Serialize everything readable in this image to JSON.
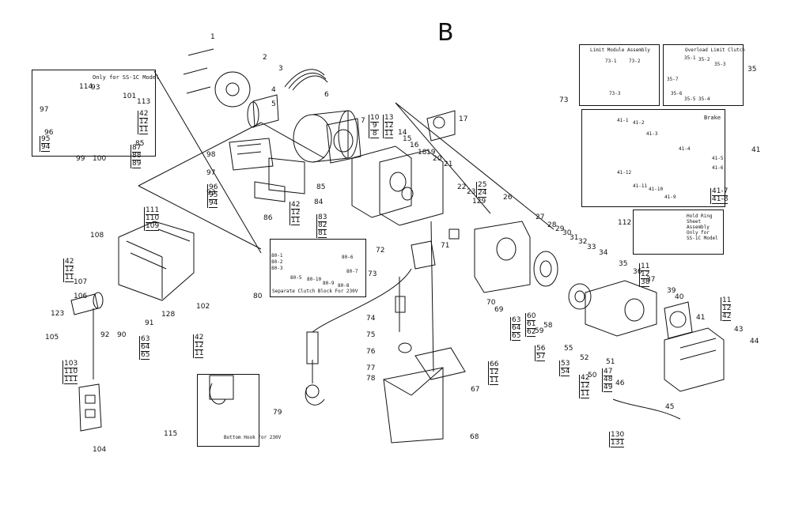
{
  "section_letter": "B",
  "insets": {
    "ss1c_title": "Only for SS-1C Model",
    "limit_title": "Limit Module Assembly",
    "overload_title": "Overload Limit Clutch",
    "brake_title": "Brake",
    "shaft_title": "Hold Ring Sheet Assembly Only for SS-1C Model",
    "separate_title": "Separate Clutch Block For 230V",
    "hook_title": "Bottom Hook For 230V"
  },
  "labels": {
    "p1": "1",
    "p2": "2",
    "p3": "3",
    "p4": "4",
    "p5": "5",
    "p6": "6",
    "p7": "7",
    "p14": "14",
    "p15": "15",
    "p16": "16",
    "p17": "17",
    "p18": "18",
    "p19": "19",
    "p20": "20",
    "p21": "21",
    "p22": "22",
    "p23": "23",
    "p26": "26",
    "p27": "27",
    "p28": "28",
    "p29": "29",
    "p30": "30",
    "p31": "31",
    "p32": "32",
    "p33": "33",
    "p34": "34",
    "p35a": "35",
    "p35b": "35",
    "p36": "36",
    "p37": "37",
    "p39": "39",
    "p40": "40",
    "p41a": "41",
    "p41b": "41",
    "p43": "43",
    "p44": "44",
    "p45": "45",
    "p46": "46",
    "p50": "50",
    "p51": "51",
    "p52": "52",
    "p55": "55",
    "p56": "56",
    "p58": "58",
    "p59": "59",
    "p67": "67",
    "p68": "68",
    "p69": "69",
    "p70": "70",
    "p71": "71",
    "p72": "72",
    "p73a": "73",
    "p73b": "73",
    "p74": "74",
    "p75": "75",
    "p76": "76",
    "p77": "77",
    "p78": "78",
    "p79": "79",
    "p80": "80",
    "p84": "84",
    "p85a": "85",
    "p85b": "85",
    "p86": "86",
    "p90": "90",
    "p91": "91",
    "p92": "92",
    "p93a": "93",
    "p97a": "97",
    "p97b": "97",
    "p98": "98",
    "p99": "99",
    "p100": "100",
    "p101": "101",
    "p102": "102",
    "p104": "104",
    "p105": "105",
    "p106": "106",
    "p107": "107",
    "p108": "108",
    "p112": "112",
    "p113": "113",
    "p114": "114",
    "p115": "115",
    "p123": "123",
    "p128": "128",
    "p129": "129",
    "p93b": "93",
    "p96": "96",
    "p73_1": "73-1",
    "p73_2": "73-2",
    "p73_3": "73-3",
    "p35_1": "35-1",
    "p35_2": "35-2",
    "p35_3": "35-3",
    "p35_4": "35-4",
    "p35_5": "35-5",
    "p35_6": "35-6",
    "p35_7": "35-7",
    "p41_1": "41-1",
    "p41_2": "41-2",
    "p41_3": "41-3",
    "p41_4": "41-4",
    "p41_5": "41-5",
    "p41_6": "41-6",
    "p41_9": "41-9",
    "p41_10": "41-10",
    "p41_11": "41-11",
    "p41_12": "41-12",
    "p80_1": "80-1",
    "p80_2": "80-2",
    "p80_3": "80-3",
    "p80_5": "80-5",
    "p80_6": "80-6",
    "p80_7": "80-7",
    "p80_8": "80-8",
    "p80_9": "80-9",
    "p80_10": "80-10"
  },
  "stacks": {
    "s10_9_8": [
      "10",
      "9",
      "8"
    ],
    "s13_12_11": [
      "13",
      "12",
      "11"
    ],
    "s25_24": [
      "25",
      "24"
    ],
    "s42_12_11a": [
      "42",
      "12",
      "11"
    ],
    "s42_12_11b": [
      "42",
      "12",
      "11"
    ],
    "s42_12_11c": [
      "42",
      "12",
      "11"
    ],
    "s42_12_11d": [
      "42",
      "12",
      "11"
    ],
    "s111_110_109": [
      "111",
      "110",
      "109"
    ],
    "s83_82_81": [
      "83",
      "82",
      "81"
    ],
    "s87_88_89": [
      "87",
      "88",
      "89"
    ],
    "s95_94": [
      "95",
      "94"
    ],
    "s96_95_94": [
      "96",
      "95",
      "94"
    ],
    "s63_64_65a": [
      "63",
      "64",
      "65"
    ],
    "s63_64_65b": [
      "63",
      "64",
      "65"
    ],
    "s60_61_62": [
      "60",
      "61",
      "62"
    ],
    "s11_12_38": [
      "11",
      "12",
      "38"
    ],
    "s11_12_42": [
      "11",
      "12",
      "42"
    ],
    "s53_54": [
      "53",
      "54"
    ],
    "s47_48_49": [
      "47",
      "48",
      "49"
    ],
    "s57": [
      "56",
      "57"
    ],
    "s66_12_11": [
      "66",
      "12",
      "11"
    ],
    "s103_110_111": [
      "103",
      "110",
      "111"
    ],
    "s130_131": [
      "130",
      "131"
    ],
    "s41_7_8": [
      "41-7",
      "41-8"
    ]
  },
  "colors": {
    "ink": "#111111",
    "paper": "#ffffff"
  }
}
